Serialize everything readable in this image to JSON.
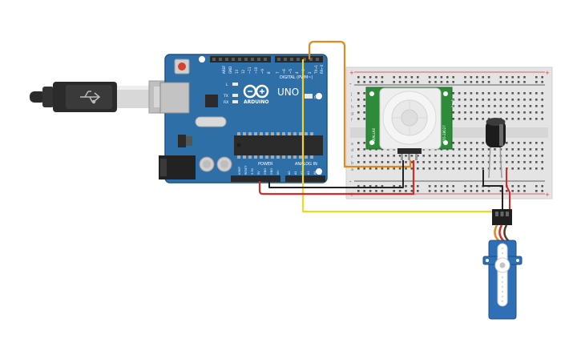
{
  "arduino": {
    "brand": "ARDUINO",
    "model": "UNO",
    "on_label": "ON",
    "digital_label": "DIGITAL (PWM~)",
    "power_label": "POWER",
    "analog_label": "ANALOG IN",
    "led_labels": [
      "L",
      "TX",
      "RX"
    ],
    "digital_pins": [
      "AREF",
      "GND",
      "13",
      "12",
      "~11",
      "~10",
      "~9",
      "8",
      "7",
      "~6",
      "~5",
      "4",
      "~3",
      "2",
      "TX→1",
      "RX←0"
    ],
    "power_pins": [
      "IOREF",
      "RESET",
      "3.3V",
      "5V",
      "GND",
      "GND",
      "Vin"
    ],
    "analog_pins": [
      "A0",
      "A1",
      "A2",
      "A3",
      "A4",
      "A5"
    ],
    "board_color": "#2f6fa8"
  },
  "breadboard": {
    "row_letters_top": [
      "j",
      "i",
      "h",
      "g",
      "f"
    ],
    "row_letters_bottom": [
      "e",
      "d",
      "c",
      "b",
      "a"
    ],
    "plus": "+",
    "minus": "-"
  },
  "pir_sensor": {
    "label_left": "PARALLAX",
    "label_right": "555-28027",
    "label_rev": "Rev B",
    "board_color": "#2e8b3a"
  },
  "servo": {
    "body_color": "#2f6fb5"
  },
  "wires": {
    "orange": "#e08a1e",
    "yellow": "#f2d62a",
    "red": "#d42a2a",
    "black": "#222222"
  }
}
